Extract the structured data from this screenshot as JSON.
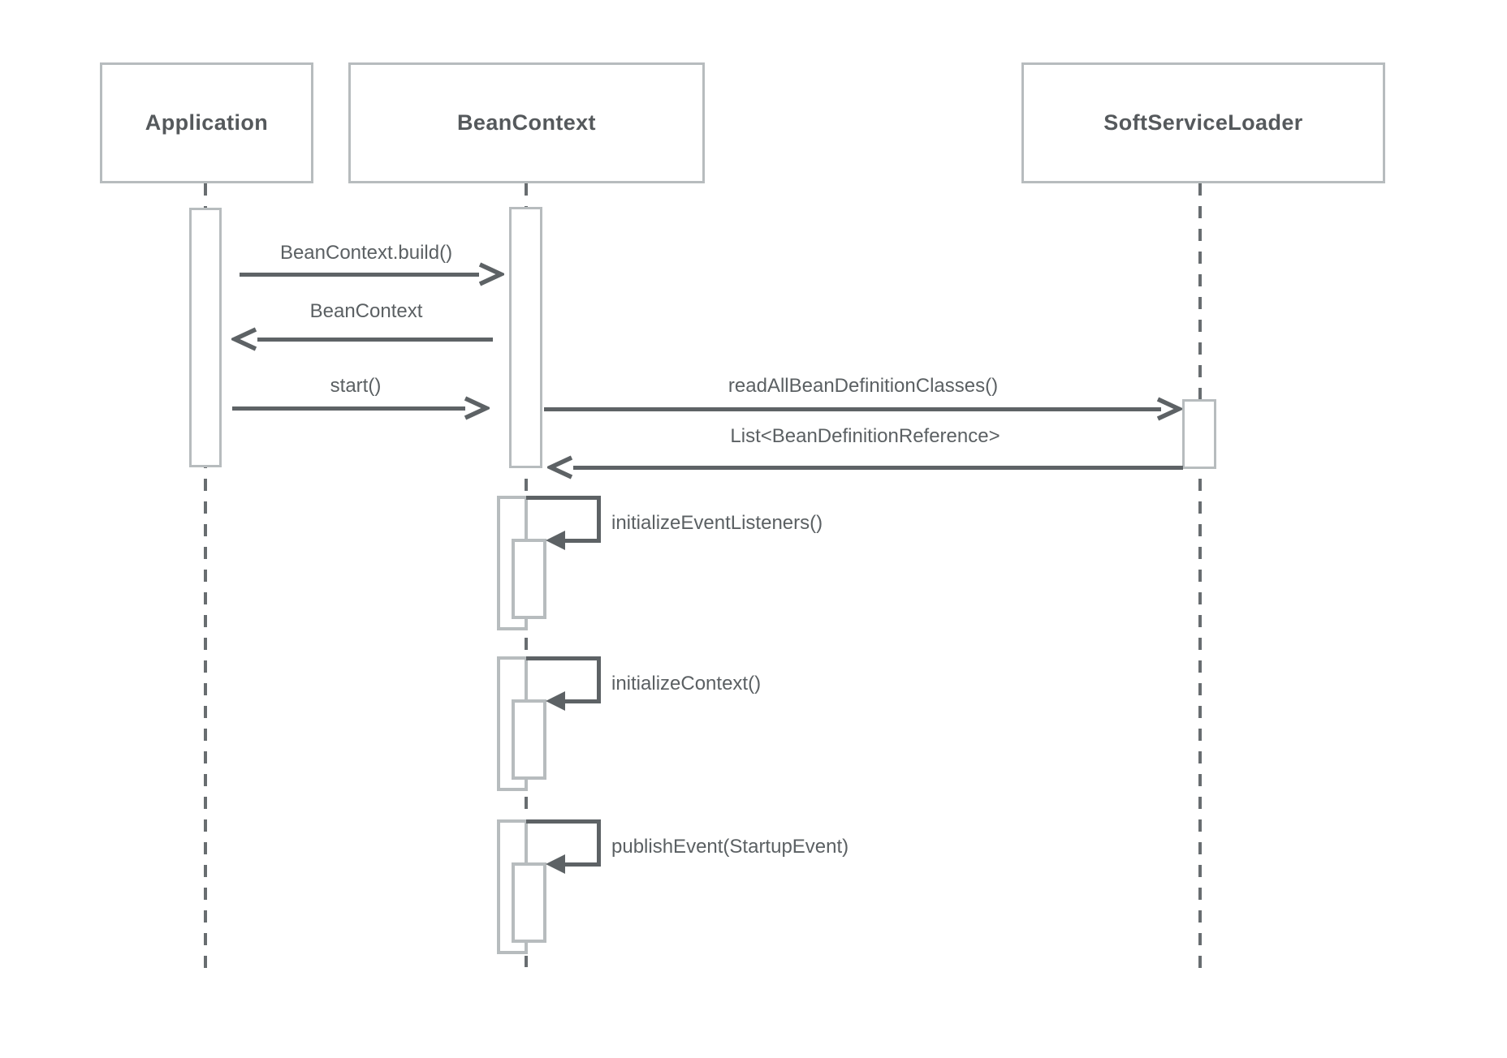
{
  "diagram": {
    "type": "uml-sequence-diagram",
    "participants": [
      {
        "id": "application",
        "label": "Application"
      },
      {
        "id": "bean-context",
        "label": "BeanContext"
      },
      {
        "id": "soft-service-loader",
        "label": "SoftServiceLoader"
      }
    ],
    "messages": [
      {
        "from": "Application",
        "to": "BeanContext",
        "kind": "call",
        "direction": "right",
        "label": "BeanContext.build()"
      },
      {
        "from": "BeanContext",
        "to": "Application",
        "kind": "return",
        "direction": "left",
        "label": "BeanContext"
      },
      {
        "from": "Application",
        "to": "BeanContext",
        "kind": "call",
        "direction": "right",
        "label": "start()"
      },
      {
        "from": "BeanContext",
        "to": "SoftServiceLoader",
        "kind": "call",
        "direction": "right",
        "label": "readAllBeanDefinitionClasses()"
      },
      {
        "from": "SoftServiceLoader",
        "to": "BeanContext",
        "kind": "return",
        "direction": "left",
        "label": "List<BeanDefinitionReference>"
      },
      {
        "from": "BeanContext",
        "to": "BeanContext",
        "kind": "self-call",
        "label": "initializeEventListeners()"
      },
      {
        "from": "BeanContext",
        "to": "BeanContext",
        "kind": "self-call",
        "label": "initializeContext()"
      },
      {
        "from": "BeanContext",
        "to": "BeanContext",
        "kind": "self-call",
        "label": "publishEvent(StartupEvent)"
      }
    ],
    "colors": {
      "background": "#ffffff",
      "box_border": "#b7bcbe",
      "line_dark": "#5d6265",
      "text": "#5b6063"
    }
  }
}
